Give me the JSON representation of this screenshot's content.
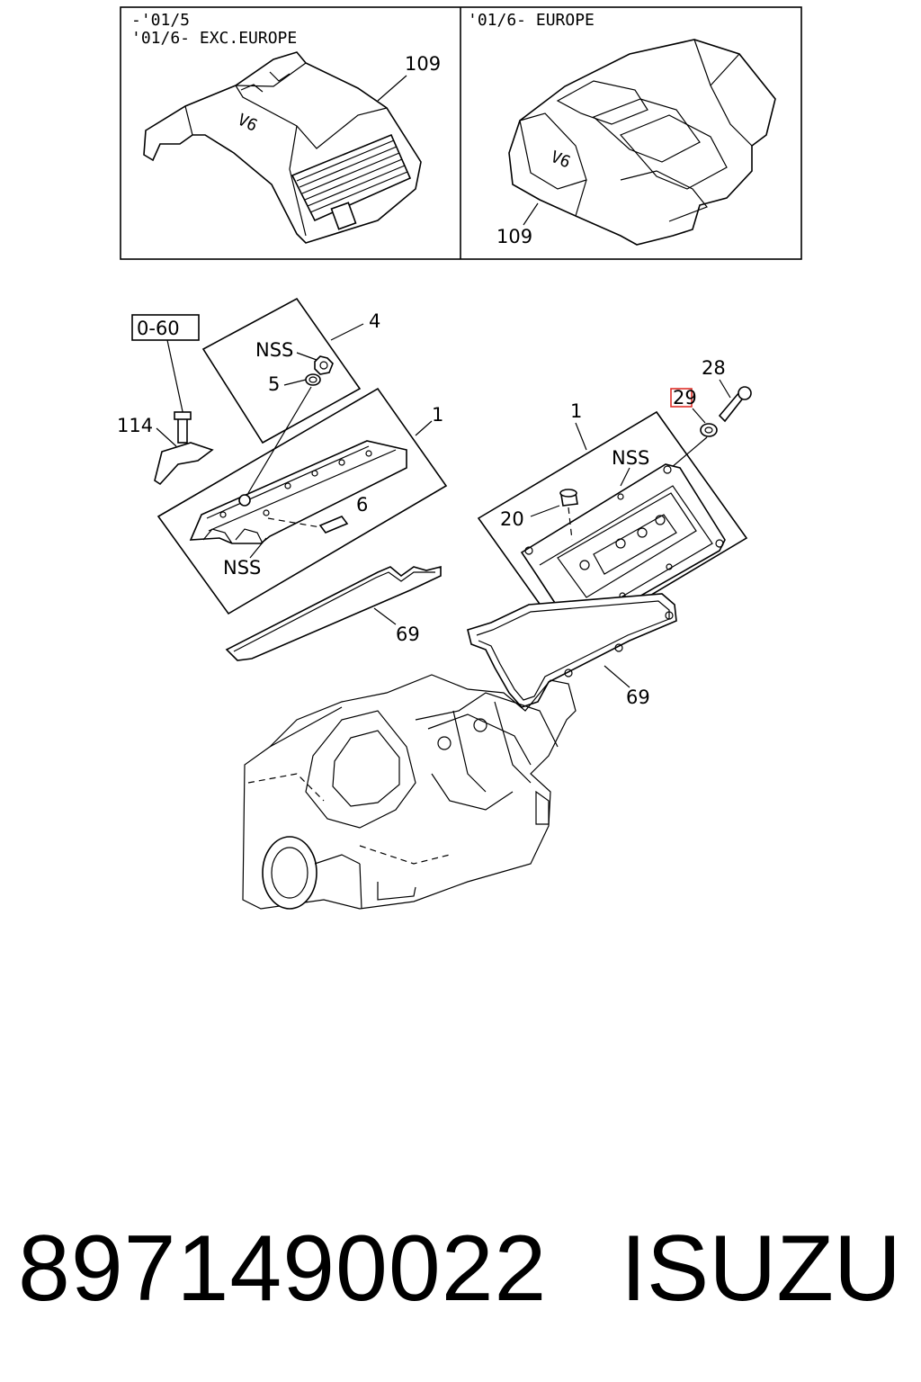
{
  "insets": {
    "left": {
      "line1": "-'01/5",
      "line2": "'01/6- EXC.EUROPE",
      "callout": "109"
    },
    "right": {
      "line1": "'01/6- EUROPE",
      "callout": "109",
      "badge": "V6"
    }
  },
  "box_label": "0-60",
  "callouts": {
    "c4": "4",
    "nss_cap": "NSS",
    "c5": "5",
    "c114": "114",
    "c1_left": "1",
    "c6": "6",
    "nss_left": "NSS",
    "c69_left": "69",
    "c28": "28",
    "c29": "29",
    "c1_right": "1",
    "nss_right": "NSS",
    "c20": "20",
    "c69_right": "69"
  },
  "footer": {
    "part_number": "8971490022",
    "brand": "ISUZU"
  },
  "highlight_color": "#e0302a"
}
